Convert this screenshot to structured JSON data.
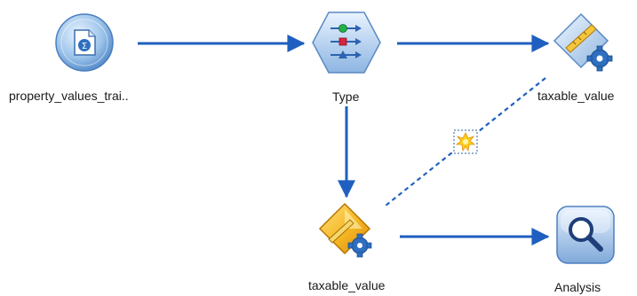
{
  "stream": {
    "nodes": {
      "source": {
        "label": "property_values_trai..",
        "icon": "statistics-file-source-icon"
      },
      "type": {
        "label": "Type",
        "icon": "type-node-icon"
      },
      "model_builder": {
        "label": "taxable_value",
        "icon": "modeling-node-gear-icon"
      },
      "model_nugget": {
        "label": "taxable_value",
        "icon": "model-nugget-icon"
      },
      "analysis": {
        "label": "Analysis",
        "icon": "magnifier-analysis-icon"
      }
    },
    "links": [
      {
        "from": "source",
        "to": "type",
        "style": "solid"
      },
      {
        "from": "type",
        "to": "model_builder",
        "style": "solid"
      },
      {
        "from": "type",
        "to": "model_nugget",
        "style": "solid"
      },
      {
        "from": "model_nugget",
        "to": "analysis",
        "style": "solid"
      },
      {
        "from": "model_builder",
        "to": "model_nugget",
        "style": "dashed",
        "marker": "refresh-star-icon"
      }
    ],
    "colors": {
      "link": "#1f5fbf",
      "link_dashed": "#1f5fbf",
      "label": "#1a1a1a"
    }
  }
}
